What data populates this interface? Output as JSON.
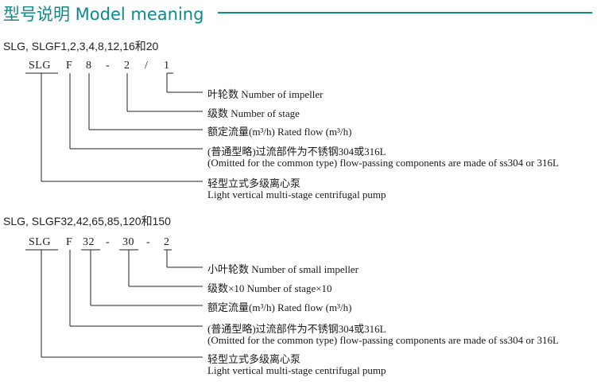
{
  "header": {
    "title": "型号说明 Model meaning"
  },
  "section1": {
    "heading": "SLG, SLGF1,2,3,4,8,12,16和20",
    "code": {
      "p1": "SLG",
      "p2": "F",
      "p3": "8",
      "s1": "-",
      "p4": "2",
      "s2": "/",
      "p5": "1"
    },
    "desc": {
      "impeller": "叶轮数  Number of impeller",
      "stage": "级数  Number of stage",
      "flow": "额定流量(m³/h)  Rated flow (m³/h)",
      "material_cn": "(普通型略)过流部件为不锈钢304或316L",
      "material_en": "(Omitted for the common type) flow-passing components are made of ss304 or 316L",
      "pump_cn": "轻型立式多级离心泵",
      "pump_en": "Light vertical multi-stage centrifugal pump"
    }
  },
  "section2": {
    "heading": "SLG, SLGF32,42,65,85,120和150",
    "code": {
      "p1": "SLG",
      "p2": "F",
      "p3": "32",
      "s1": "-",
      "p4": "30",
      "s2": "-",
      "p5": "2"
    },
    "desc": {
      "impeller": "小叶轮数  Number of small impeller",
      "stage": "级数×10  Number of stage×10",
      "flow": "额定流量(m³/h)  Rated flow (m³/h)",
      "material_cn": "(普通型略)过流部件为不锈钢304或316L",
      "material_en": "(Omitted for the common type) flow-passing components are made of ss304 or 316L",
      "pump_cn": "轻型立式多级离心泵",
      "pump_en": "Light vertical multi-stage centrifugal pump"
    }
  }
}
